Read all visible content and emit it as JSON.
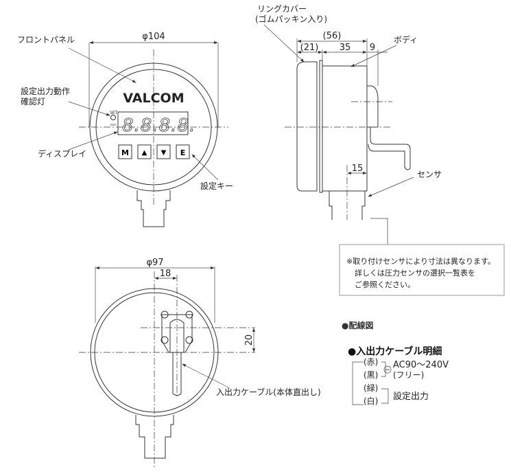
{
  "front_view": {
    "brand": "VALCOM",
    "diameter": "φ104",
    "label_front_panel": "フロントパネル",
    "label_indicator_line1": "設定出力動作",
    "label_indicator_line2": "確認灯",
    "label_display": "ディスプレイ",
    "label_keys": "設定キー",
    "set_led": "SET",
    "keys": [
      "M",
      "▲",
      "▼",
      "E"
    ]
  },
  "side_view": {
    "label_ring_cover_line1": "リングカバー",
    "label_ring_cover_line2": "(ゴムパッキン入り)",
    "label_body": "ボディ",
    "label_sensor": "センサ",
    "dim_total": "(56)",
    "dim_cover": "(21)",
    "dim_body": "35",
    "dim_bracket": "9",
    "dim_stem": "15"
  },
  "note": {
    "line1": "※取り付けセンサにより寸法は異なります。",
    "line2": "詳しくは圧力センサの選択一覧表を",
    "line3": "ご参照ください。"
  },
  "back_view": {
    "diameter": "φ97",
    "dim_offset_x": "18",
    "dim_offset_y": "20",
    "label_cable": "入出力ケーブル(本体直出し)"
  },
  "wiring": {
    "section_title": "●配線図",
    "cable_title": "●入出力ケーブル明細",
    "wires": [
      "(赤)",
      "(黒)",
      "(緑)",
      "(白)"
    ],
    "power": "AC90〜240V",
    "power_note": "(フリー)",
    "ac_symbol": "~",
    "output": "設定出力"
  }
}
